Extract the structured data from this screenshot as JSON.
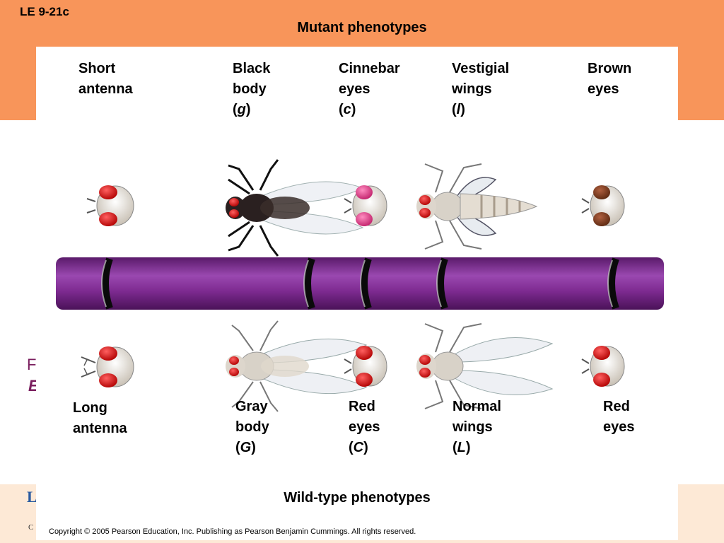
{
  "slide": {
    "id": "LE 9-21c",
    "title": "Mutant phenotypes",
    "fragments": [
      "F",
      "E",
      "L",
      "C"
    ]
  },
  "mutant": [
    {
      "line1": "Short",
      "line2": "antenna",
      "symbol": ""
    },
    {
      "line1": "Black",
      "line2": "body",
      "symbol": "g"
    },
    {
      "line1": "Cinnebar",
      "line2": "eyes",
      "symbol": "c"
    },
    {
      "line1": "Vestigial",
      "line2": "wings",
      "symbol": "l"
    },
    {
      "line1": "Brown",
      "line2": "eyes",
      "symbol": ""
    }
  ],
  "wild": [
    {
      "line1": "Long",
      "line2": "antenna",
      "symbol": ""
    },
    {
      "line1": "Gray",
      "line2": "body",
      "symbol": "G"
    },
    {
      "line1": "Red",
      "line2": "eyes",
      "symbol": "C"
    },
    {
      "line1": "Normal",
      "line2": "wings",
      "symbol": "L"
    },
    {
      "line1": "Red",
      "line2": "eyes",
      "symbol": ""
    }
  ],
  "wild_title": "Wild-type phenotypes",
  "copyright": "Copyright © 2005 Pearson Education, Inc. Publishing as Pearson Benjamin Cummings. All rights reserved.",
  "colors": {
    "header_band": "#f8955a",
    "chromosome": "#7d2a90",
    "red_eye": "#d41a1a",
    "cinnabar_eye": "#e0408a",
    "brown_eye": "#7a3b1e",
    "black_body": "#2a2020",
    "gray_body": "#d8d2c8"
  }
}
